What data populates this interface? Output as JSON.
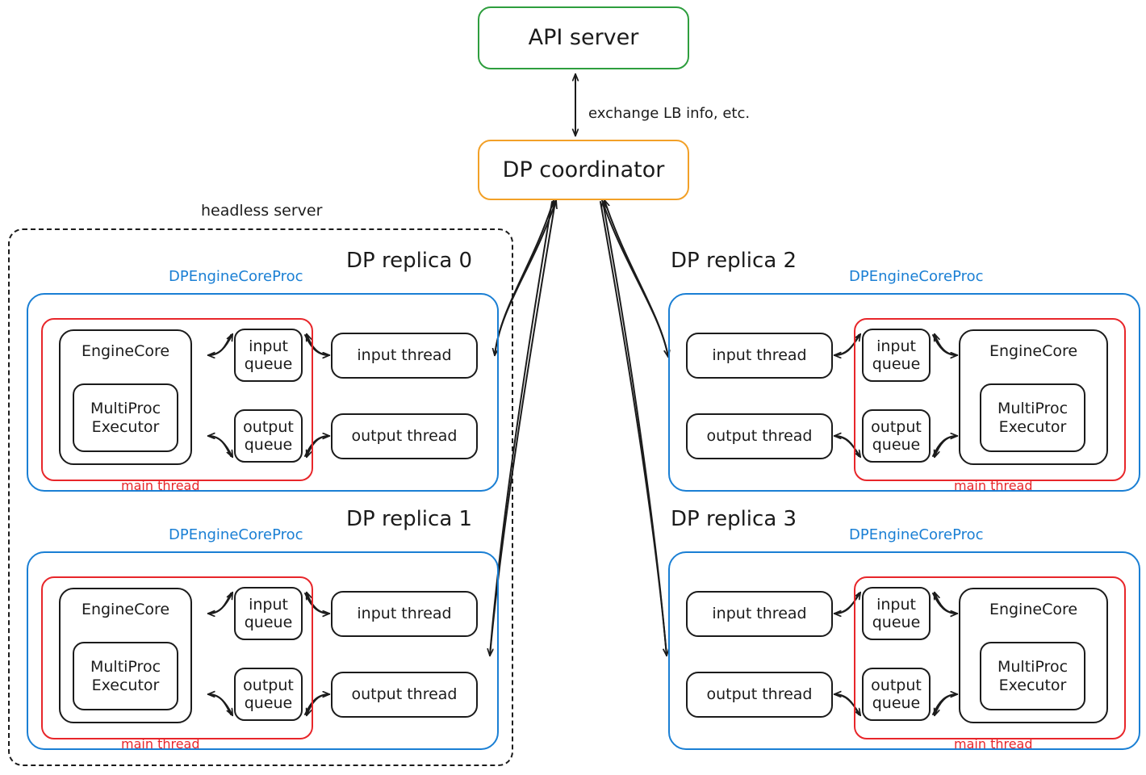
{
  "diagram": {
    "title_nodes": {
      "api_server": "API server",
      "dp_coordinator": "DP coordinator"
    },
    "edge_labels": {
      "coordinator_api": "exchange LB info, etc."
    },
    "group_labels": {
      "headless_server": "headless server"
    },
    "colors": {
      "api_server_border": "#2e9e3e",
      "coordinator_border": "#f2a027",
      "process_border": "#1a7fd4",
      "main_thread_border": "#e8262a",
      "node_border": "#1b1b1b",
      "headless_border": "#1b1b1b"
    },
    "common": {
      "process_label": "DPEngineCoreProc",
      "main_thread_label": "main thread",
      "engine_core": "EngineCore",
      "multiproc_executor_line1": "MultiProc",
      "multiproc_executor_line2": "Executor",
      "input_queue_line1": "input",
      "input_queue_line2": "queue",
      "output_queue_line1": "output",
      "output_queue_line2": "queue",
      "input_thread": "input thread",
      "output_thread": "output thread"
    },
    "replicas": [
      {
        "id": 0,
        "title": "DP replica 0",
        "orientation": "core-left",
        "in_headless": true
      },
      {
        "id": 1,
        "title": "DP replica 1",
        "orientation": "core-left",
        "in_headless": true
      },
      {
        "id": 2,
        "title": "DP replica 2",
        "orientation": "core-right",
        "in_headless": false
      },
      {
        "id": 3,
        "title": "DP replica 3",
        "orientation": "core-right",
        "in_headless": false
      }
    ]
  }
}
